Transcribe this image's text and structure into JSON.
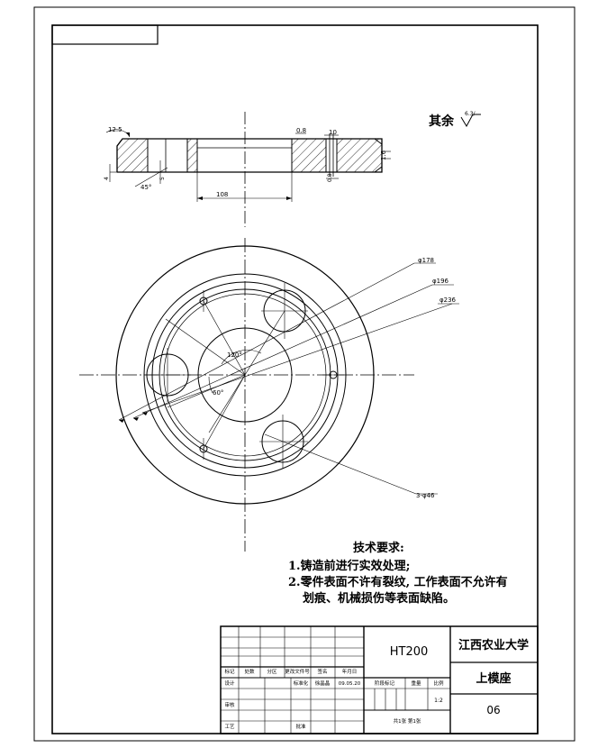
{
  "drawing": {
    "roughness_label": "其余",
    "roughness_value": "6.3/",
    "section_dims": {
      "chamfer_top": "12.5",
      "angle_bottom": "45°",
      "bore_dia": "108",
      "small_a": "0.8",
      "slot_w": "10",
      "side_r": "1.6",
      "b1": "4",
      "b2": "5",
      "b3": "0.8"
    },
    "plan_dims": {
      "d1": "φ178",
      "d2": "φ196",
      "d3": "φ236",
      "angle1": "120°",
      "angle2": "60°",
      "holes": "3-φ46"
    }
  },
  "tech_requirements": {
    "title": "技术要求:",
    "item1": "1.铸造前进行实效处理;",
    "item2": "2.零件表面不许有裂纹, 工作表面不允许有",
    "item3": "划痕、机械损伤等表面缺陷。"
  },
  "title_block": {
    "material": "HT200",
    "school": "江西农业大学",
    "part_name": "上模座",
    "drawing_no": "06",
    "headers": [
      "标记",
      "处数",
      "分区",
      "更改文件号",
      "签名",
      "年月日"
    ],
    "design": "设计",
    "standardize": "标准化",
    "designer": "徐晶晶",
    "date": "09.05.20",
    "review": "审核",
    "process": "工艺",
    "approve": "批准",
    "stage_mark": "阶段标记",
    "weight": "重量",
    "scale": "比例",
    "scale_value": "1:2",
    "sheets": "共1张    第1张"
  }
}
